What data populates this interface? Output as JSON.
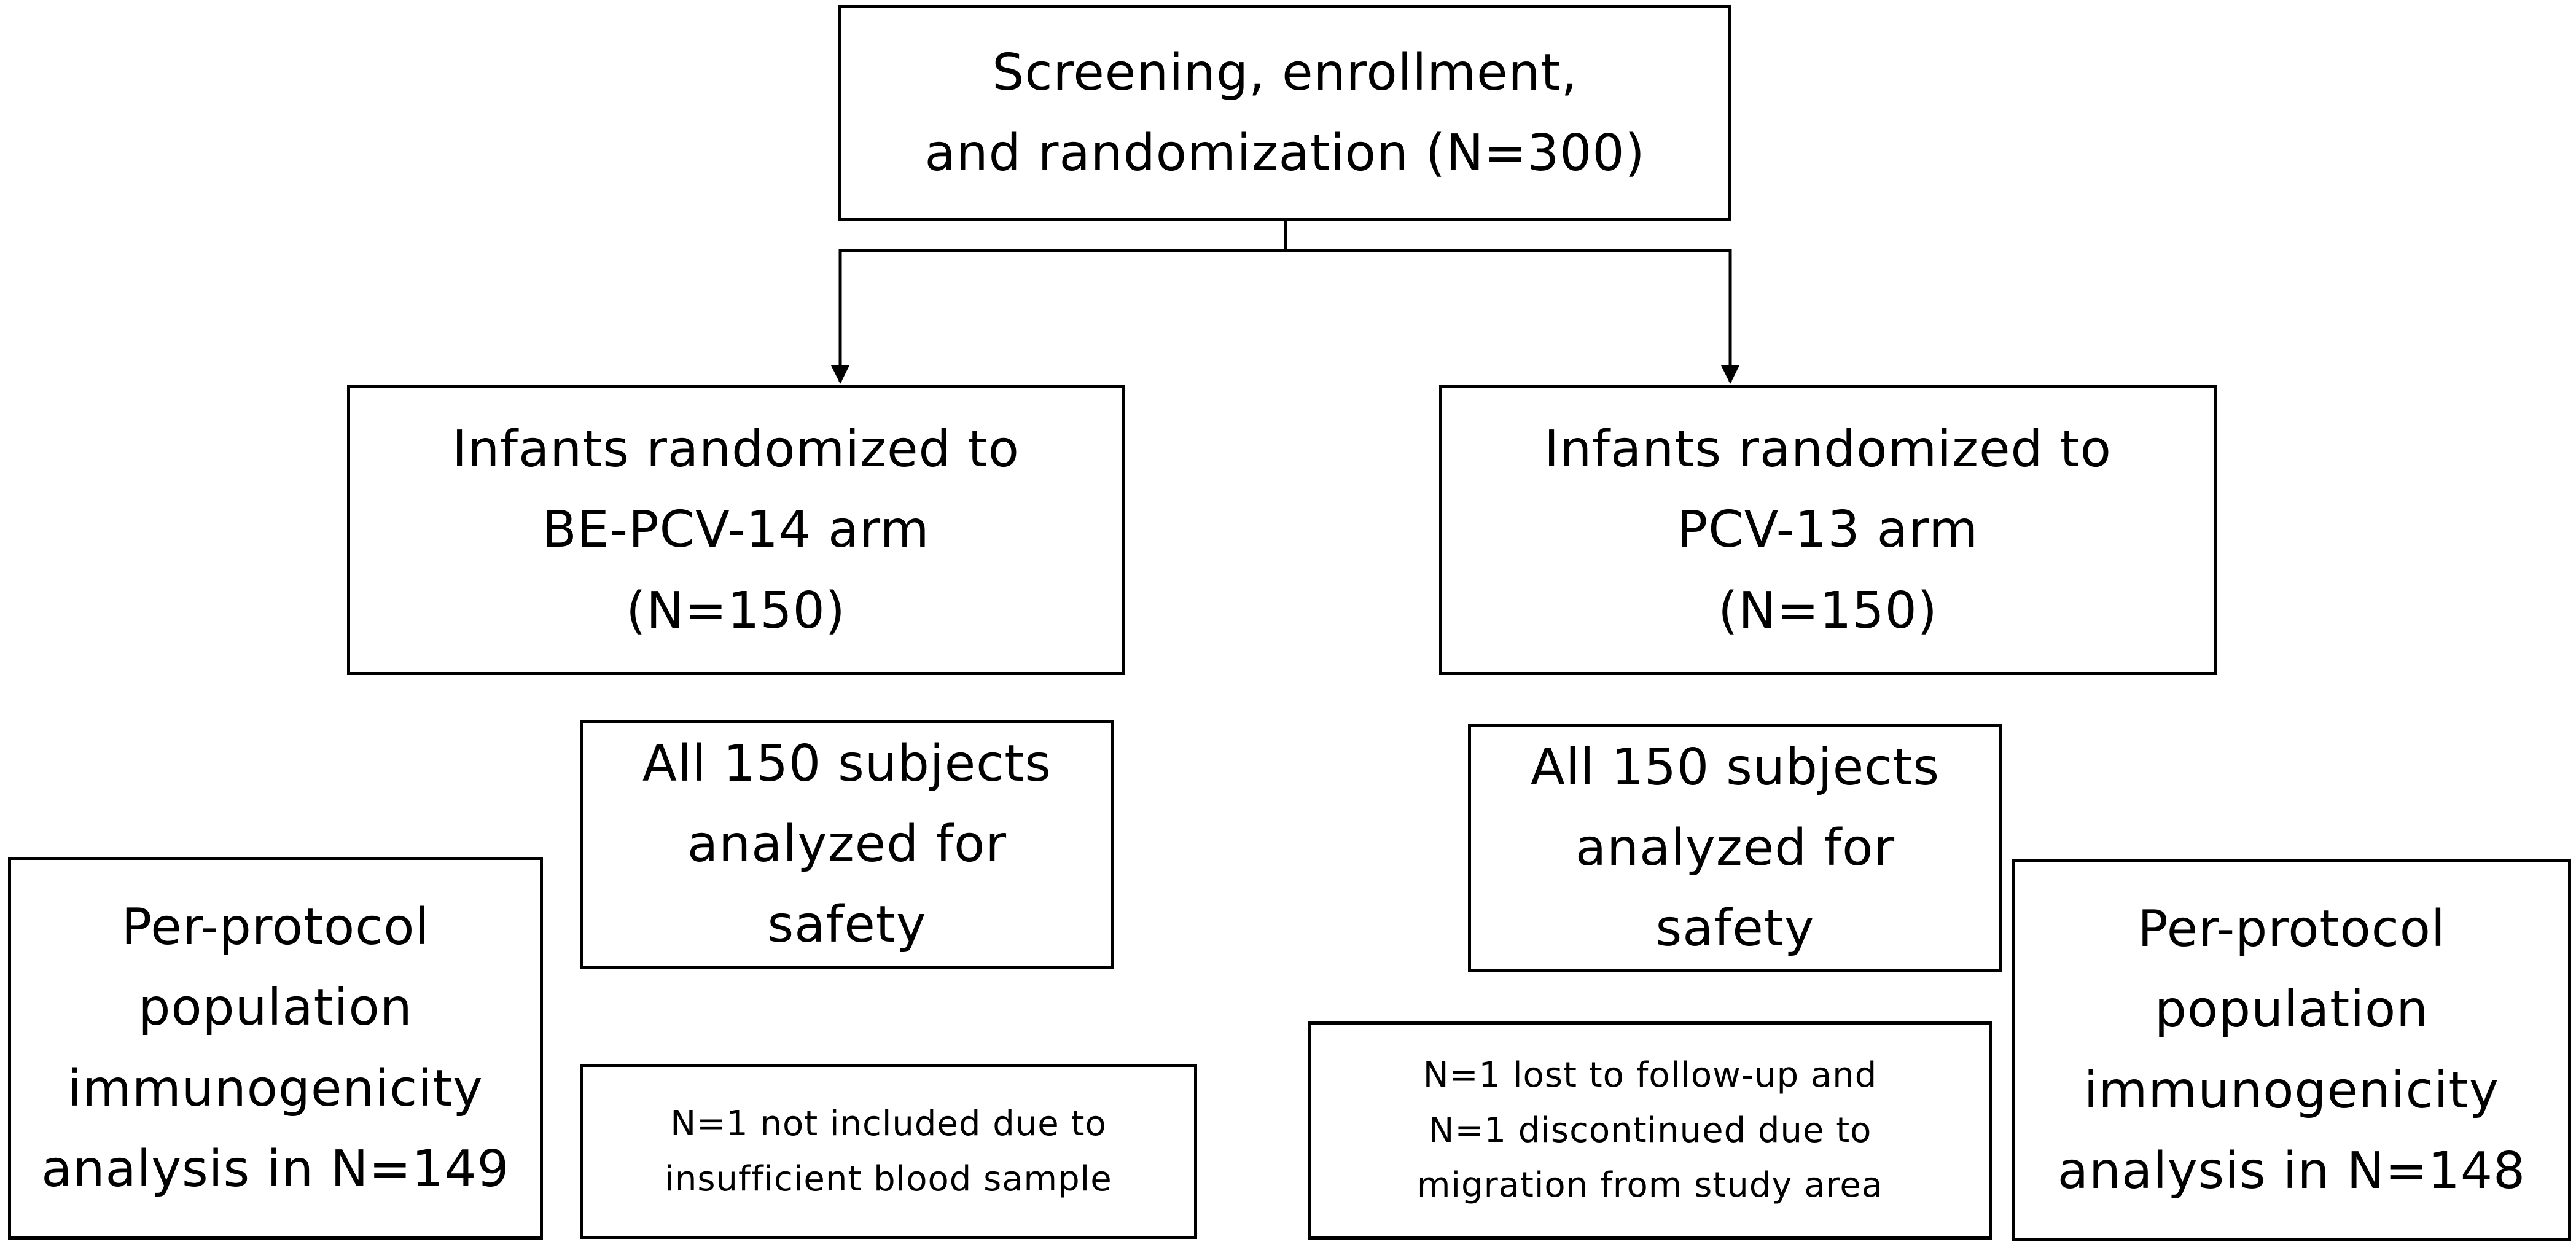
{
  "flow": {
    "screening": "Screening, enrollment,\nand randomization (N=300)",
    "be_arm": "Infants randomized to\nBE-PCV-14 arm\n(N=150)",
    "pcv_arm": "Infants randomized to\nPCV-13 arm\n(N=150)",
    "be_safety": "All 150 subjects\nanalyzed for\nsafety",
    "pcv_safety": "All 150 subjects\nanalyzed for\nsafety",
    "be_per_protocol": "Per-protocol\npopulation\nimmunogenicity\nanalysis in N=149",
    "pcv_per_protocol": "Per-protocol\npopulation\nimmunogenicity\nanalysis in N=148",
    "be_excluded": "N=1 not included due to\ninsufficient blood sample",
    "pcv_excluded": "N=1 lost to follow-up and\nN=1 discontinued due to\nmigration from study area"
  },
  "colors": {
    "line": "#000000",
    "box_border": "#000000",
    "background": "#ffffff"
  }
}
